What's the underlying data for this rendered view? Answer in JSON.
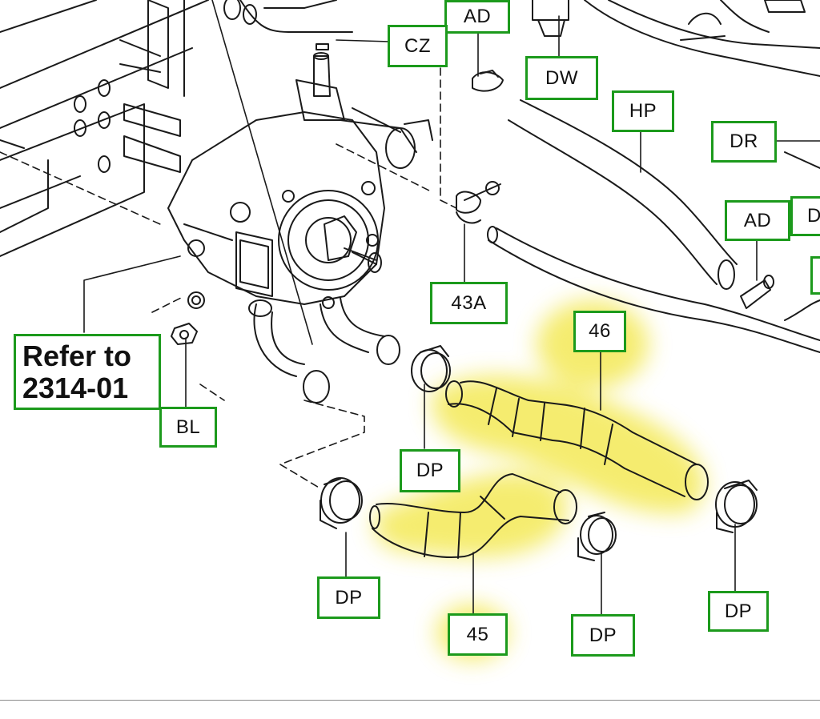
{
  "callouts": {
    "ad_top": "AD",
    "cz": "CZ",
    "dw": "DW",
    "hp": "HP",
    "dr": "DR",
    "ad_right": "AD",
    "d_partial": "D",
    "a43": "43A",
    "p46": "46",
    "refer": "Refer to\n2314-01",
    "bl": "BL",
    "dp_center": "DP",
    "dp_left": "DP",
    "p45": "45",
    "dp_bottom": "DP",
    "dp_right": "DP"
  },
  "colors": {
    "callout_border": "#1c9a1c",
    "highlight": "#f2e640",
    "line_art": "#1a1a1a"
  },
  "icons": {
    "regulator": "pressure-regulator-icon",
    "hose": "coolant-hose-icon",
    "clamp": "hose-clamp-icon"
  }
}
